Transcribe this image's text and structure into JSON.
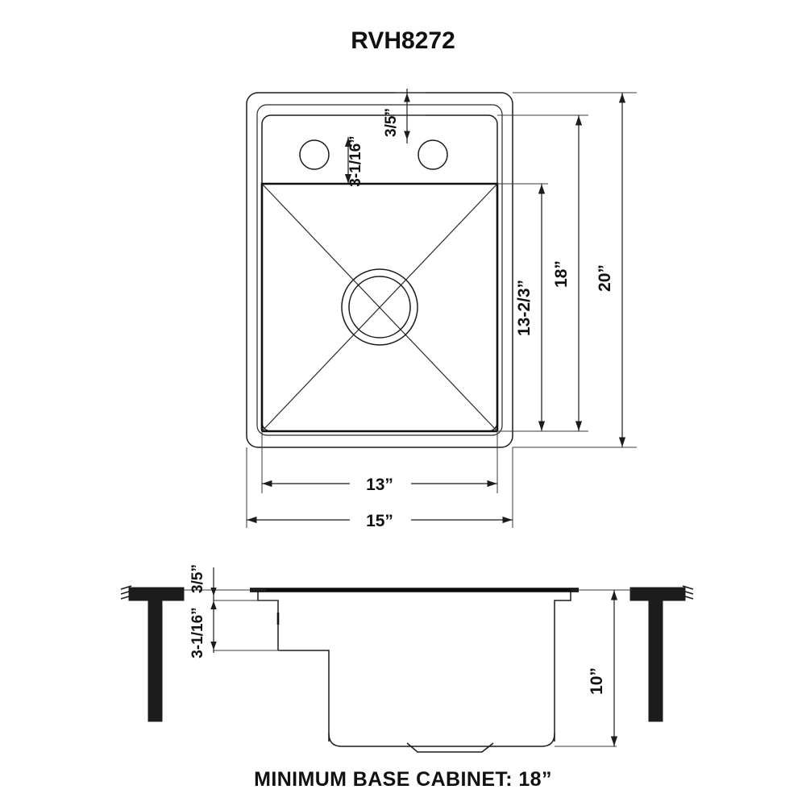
{
  "document": {
    "title": "RVH8272",
    "caption": "MINIMUM BASE CABINET: 18”",
    "background_color": "#ffffff",
    "line_color": "#1a1a1a",
    "text_color": "#111111"
  },
  "top_view": {
    "name": "top-view",
    "dimensions": {
      "rim_depth_front_back": "20”",
      "basin_outer_depth": "18”",
      "basin_inner_depth": "13-2/3”",
      "basin_inner_width": "13”",
      "rim_width": "15”",
      "rim_lip": "3/5”",
      "faucet_deck_height": "3-1/16”"
    },
    "features": {
      "faucet_holes": 2,
      "drain": "center-drain-circle",
      "slope_lines": "x-cross"
    }
  },
  "side_view": {
    "name": "side-view",
    "dimensions": {
      "rim_thickness": "3/5”",
      "deck_height": "3-1/16”",
      "cabinet_depth": "10”"
    },
    "features": {
      "left_post": "cabinet-post-left",
      "right_post": "cabinet-post-right",
      "drain_recess": "bottom-drain-notch"
    }
  },
  "labels": {
    "d_3_5": "3/5”",
    "d_3_1_16": "3-1/16”",
    "d_13_2_3": "13-2/3”",
    "d_18": "18”",
    "d_20": "20”",
    "d_13": "13”",
    "d_15": "15”",
    "d_side_3_5": "3/5”",
    "d_side_3_1_16": "3-1/16”",
    "d_10": "10”"
  },
  "chart_data": {
    "type": "table",
    "title": "RVH8272",
    "series": [
      {
        "name": "Overall width",
        "value": 15,
        "unit": "in",
        "view": "top"
      },
      {
        "name": "Overall depth (front-back)",
        "value": 20,
        "unit": "in",
        "view": "top"
      },
      {
        "name": "Basin width",
        "value": 13,
        "unit": "in",
        "view": "top"
      },
      {
        "name": "Basin depth outer",
        "value": 18,
        "unit": "in",
        "view": "top"
      },
      {
        "name": "Basin depth inner",
        "value": 13.667,
        "unit": "in",
        "view": "top"
      },
      {
        "name": "Rim lip",
        "value": 0.6,
        "unit": "in",
        "view": "top"
      },
      {
        "name": "Faucet deck height",
        "value": 3.0625,
        "unit": "in",
        "view": "top"
      },
      {
        "name": "Bowl depth",
        "value": 10,
        "unit": "in",
        "view": "side"
      },
      {
        "name": "Minimum base cabinet",
        "value": 18,
        "unit": "in",
        "view": "caption"
      }
    ]
  }
}
